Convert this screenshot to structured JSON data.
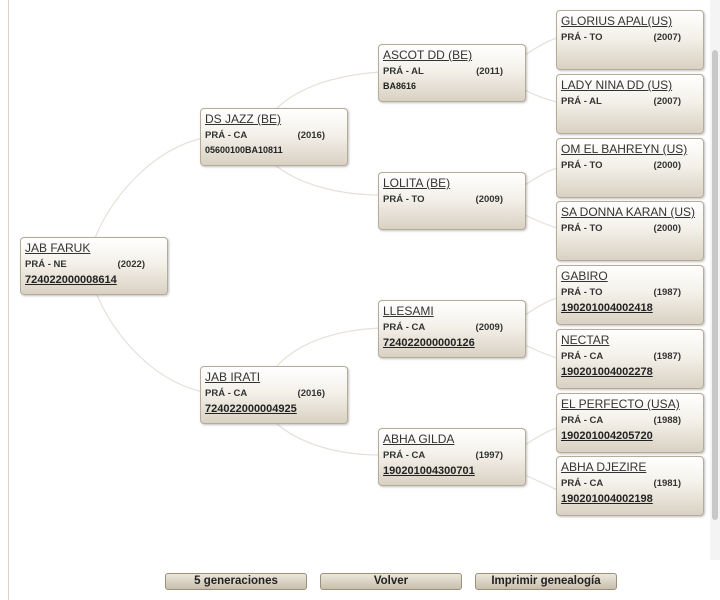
{
  "subject": {
    "name": "JAB FARUK",
    "breed": "PRÁ - NE",
    "year": "(2022)",
    "reg": "724022000008614"
  },
  "sire": {
    "name": "DS JAZZ (BE)",
    "breed": "PRÁ - CA",
    "year": "(2016)",
    "reg": "05600100BA10811"
  },
  "dam": {
    "name": "JAB IRATI",
    "breed": "PRÁ - CA",
    "year": "(2016)",
    "reg": "724022000004925"
  },
  "ss": {
    "name": "ASCOT DD (BE)",
    "breed": "PRÁ - AL",
    "year": "(2011)",
    "reg": "BA8616"
  },
  "sd": {
    "name": "LOLITA (BE)",
    "breed": "PRÁ - TO",
    "year": "(2009)",
    "reg": ""
  },
  "ds": {
    "name": "LLESAMI",
    "breed": "PRÁ - CA",
    "year": "(2009)",
    "reg": "724022000000126"
  },
  "dd": {
    "name": "ABHA GILDA",
    "breed": "PRÁ - CA",
    "year": "(1997)",
    "reg": "190201004300701"
  },
  "g1": {
    "name": "GLORIUS APAL(US)",
    "breed": "PRÁ - TO",
    "year": "(2007)",
    "reg": ""
  },
  "g2": {
    "name": "LADY NINA DD (US)",
    "breed": "PRÁ - AL",
    "year": "(2007)",
    "reg": ""
  },
  "g3": {
    "name": "OM EL BAHREYN (US)",
    "breed": "PRÁ - TO",
    "year": "(2000)",
    "reg": ""
  },
  "g4": {
    "name": "SA DONNA KARAN (US)",
    "breed": "PRÁ - TO",
    "year": "(2000)",
    "reg": ""
  },
  "g5": {
    "name": "GABIRO",
    "breed": "PRÁ - TO",
    "year": "(1987)",
    "reg": "190201004002418"
  },
  "g6": {
    "name": "NECTAR",
    "breed": "PRÁ - CA",
    "year": "(1987)",
    "reg": "190201004002278"
  },
  "g7": {
    "name": "EL PERFECTO (USA)",
    "breed": "PRÁ - CA",
    "year": "(1988)",
    "reg": "190201004205720"
  },
  "g8": {
    "name": "ABHA DJEZIRE",
    "breed": "PRÁ - CA",
    "year": "(1981)",
    "reg": "190201004002198"
  },
  "buttons": {
    "generations": "5 generaciones",
    "back": "Volver",
    "print": "Imprimir genealogía"
  },
  "colors": {
    "card_top": "#ffffff",
    "card_bottom": "#d9d2c3",
    "border": "#b4ab99",
    "lines": "#e6e1d8"
  }
}
